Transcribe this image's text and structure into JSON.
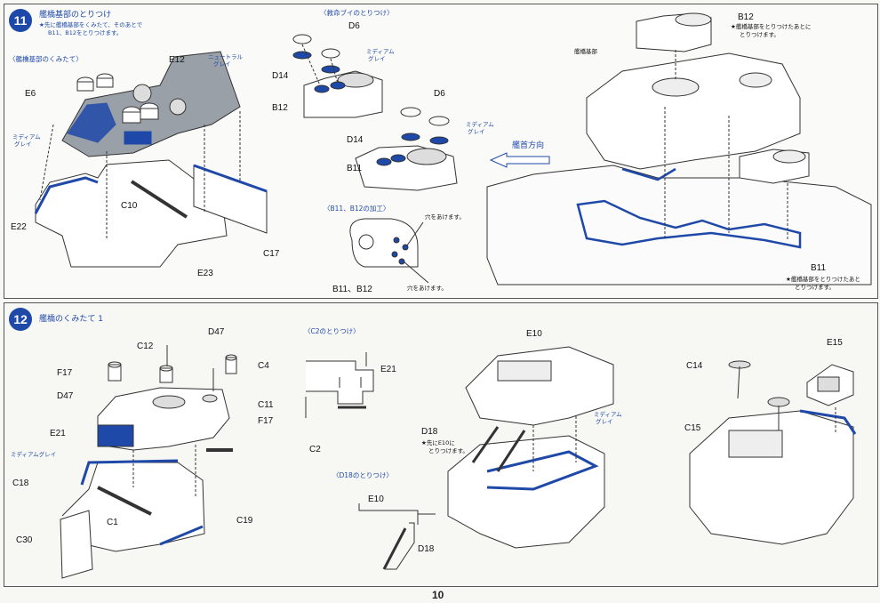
{
  "step11": {
    "number": "11",
    "title": "艦橋基部のとりつけ",
    "note_l1": "★先に艦橋基部をくみたて、そのあとで",
    "note_l2": "B11、B12をとりつけます。",
    "sub_assembly": "〈艦橋基部のくみたて〉",
    "sub_lifebuoy": "〈救命ブイのとりつけ〉",
    "sub_holes": "〈B11、B12の加工〉",
    "hole_note_1": "穴をあけます。",
    "hole_note_2": "穴をあけます。",
    "direction": "艦首方向",
    "bridge_base": "艦橋基部",
    "b12_note_l1": "★艦橋基部をとりつけたあとに",
    "b12_note_l2": "とりつけます。",
    "b11_note_l1": "★艦橋基部をとりつけたあと",
    "b11_note_l2": "とりつけます。",
    "neutral_grey_l1": "ニュートラル",
    "neutral_grey_l2": "グレイ",
    "medium_grey_l1": "ミディアム",
    "medium_grey_l2": "グレイ",
    "labels": {
      "E12": "E12",
      "E6": "E6",
      "C10": "C10",
      "E22": "E22",
      "E23": "E23",
      "C17": "C17",
      "D6a": "D6",
      "D14a": "D14",
      "B12a": "B12",
      "D6b": "D6",
      "D14b": "D14",
      "B11a": "B11",
      "B11B12": "B11、B12",
      "B12b": "B12",
      "B11b": "B11"
    }
  },
  "step12": {
    "number": "12",
    "title": "艦橋のくみたて 1",
    "sub_c2": "〈C2のとりつけ〉",
    "sub_d18": "〈D18のとりつけ〉",
    "d18_note_l1": "★先にE10に",
    "d18_note_l2": "とりつけます。",
    "medium_grey_inline": "ミディアムグレイ",
    "medium_grey_l1": "ミディアム",
    "medium_grey_l2": "グレイ",
    "labels": {
      "D47a": "D47",
      "C12": "C12",
      "F17a": "F17",
      "C4": "C4",
      "D47b": "D47",
      "C11": "C11",
      "F17b": "F17",
      "E21a": "E21",
      "C2a": "C2",
      "C18": "C18",
      "C1": "C1",
      "C19": "C19",
      "C30": "C30",
      "E21b": "E21",
      "E10a": "E10",
      "D18a": "D18",
      "E10b": "E10",
      "D18b": "D18",
      "C14": "C14",
      "E15": "E15",
      "C15": "C15"
    }
  },
  "page_number": "10",
  "colors": {
    "accent_blue": "#1f49a8",
    "line": "#222222"
  }
}
